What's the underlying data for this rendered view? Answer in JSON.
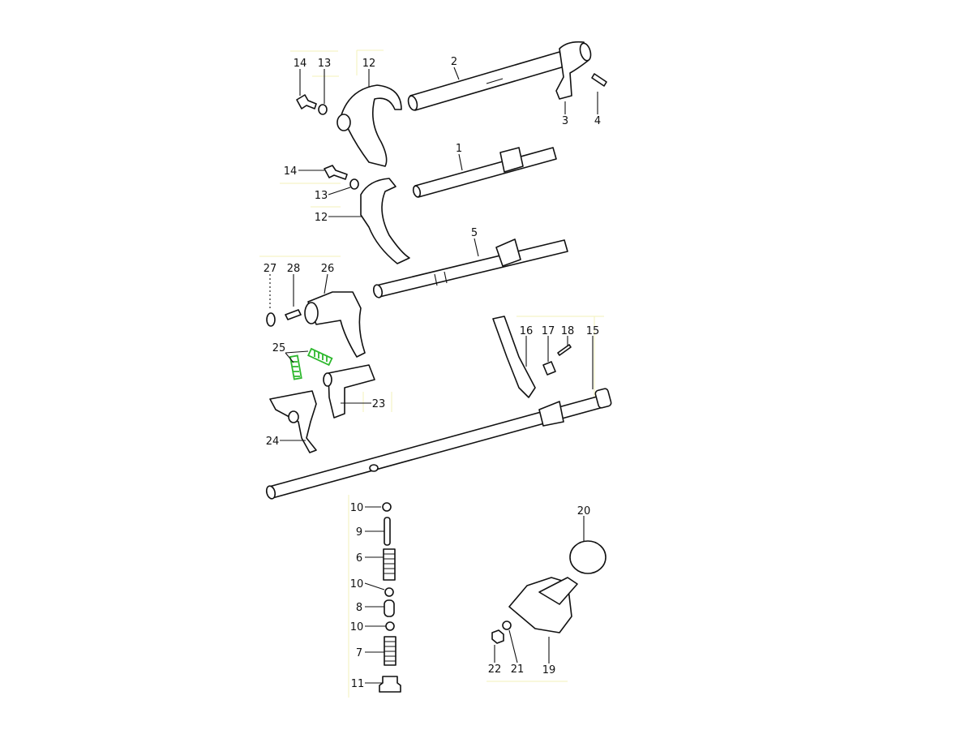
{
  "diagram": {
    "type": "exploded-parts-diagram",
    "spring_highlight_color": "#2eb82e",
    "callouts": [
      {
        "id": "c14a",
        "text": "14"
      },
      {
        "id": "c13a",
        "text": "13"
      },
      {
        "id": "c12a",
        "text": "12"
      },
      {
        "id": "c2",
        "text": "2"
      },
      {
        "id": "c3",
        "text": "3"
      },
      {
        "id": "c4",
        "text": "4"
      },
      {
        "id": "c1",
        "text": "1"
      },
      {
        "id": "c14b",
        "text": "14"
      },
      {
        "id": "c13b",
        "text": "13"
      },
      {
        "id": "c12b",
        "text": "12"
      },
      {
        "id": "c5",
        "text": "5"
      },
      {
        "id": "c27",
        "text": "27"
      },
      {
        "id": "c28",
        "text": "28"
      },
      {
        "id": "c26",
        "text": "26"
      },
      {
        "id": "c16",
        "text": "16"
      },
      {
        "id": "c17",
        "text": "17"
      },
      {
        "id": "c18",
        "text": "18"
      },
      {
        "id": "c15",
        "text": "15"
      },
      {
        "id": "c25",
        "text": "25"
      },
      {
        "id": "c23",
        "text": "23"
      },
      {
        "id": "c24",
        "text": "24"
      },
      {
        "id": "c10a",
        "text": "10"
      },
      {
        "id": "c9",
        "text": "9"
      },
      {
        "id": "c6",
        "text": "6"
      },
      {
        "id": "c10b",
        "text": "10"
      },
      {
        "id": "c8",
        "text": "8"
      },
      {
        "id": "c10c",
        "text": "10"
      },
      {
        "id": "c7",
        "text": "7"
      },
      {
        "id": "c11",
        "text": "11"
      },
      {
        "id": "c20",
        "text": "20"
      },
      {
        "id": "c22",
        "text": "22"
      },
      {
        "id": "c21",
        "text": "21"
      },
      {
        "id": "c19",
        "text": "19"
      }
    ]
  }
}
